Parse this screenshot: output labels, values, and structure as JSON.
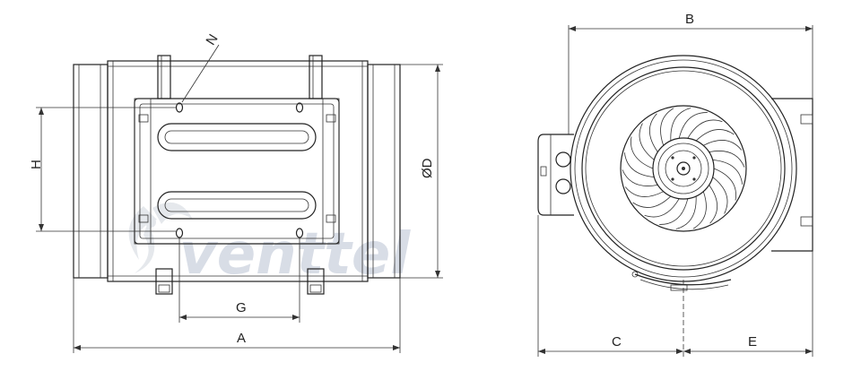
{
  "diagram": {
    "watermark": "venttel",
    "side_view": {
      "labels": {
        "n": "N",
        "h": "H",
        "d": "ØD",
        "g": "G",
        "a": "A"
      }
    },
    "front_view": {
      "labels": {
        "b": "B",
        "c": "C",
        "e": "E"
      }
    }
  },
  "colors": {
    "line": "#222222",
    "watermark": "#d8dde6",
    "background": "#ffffff"
  }
}
